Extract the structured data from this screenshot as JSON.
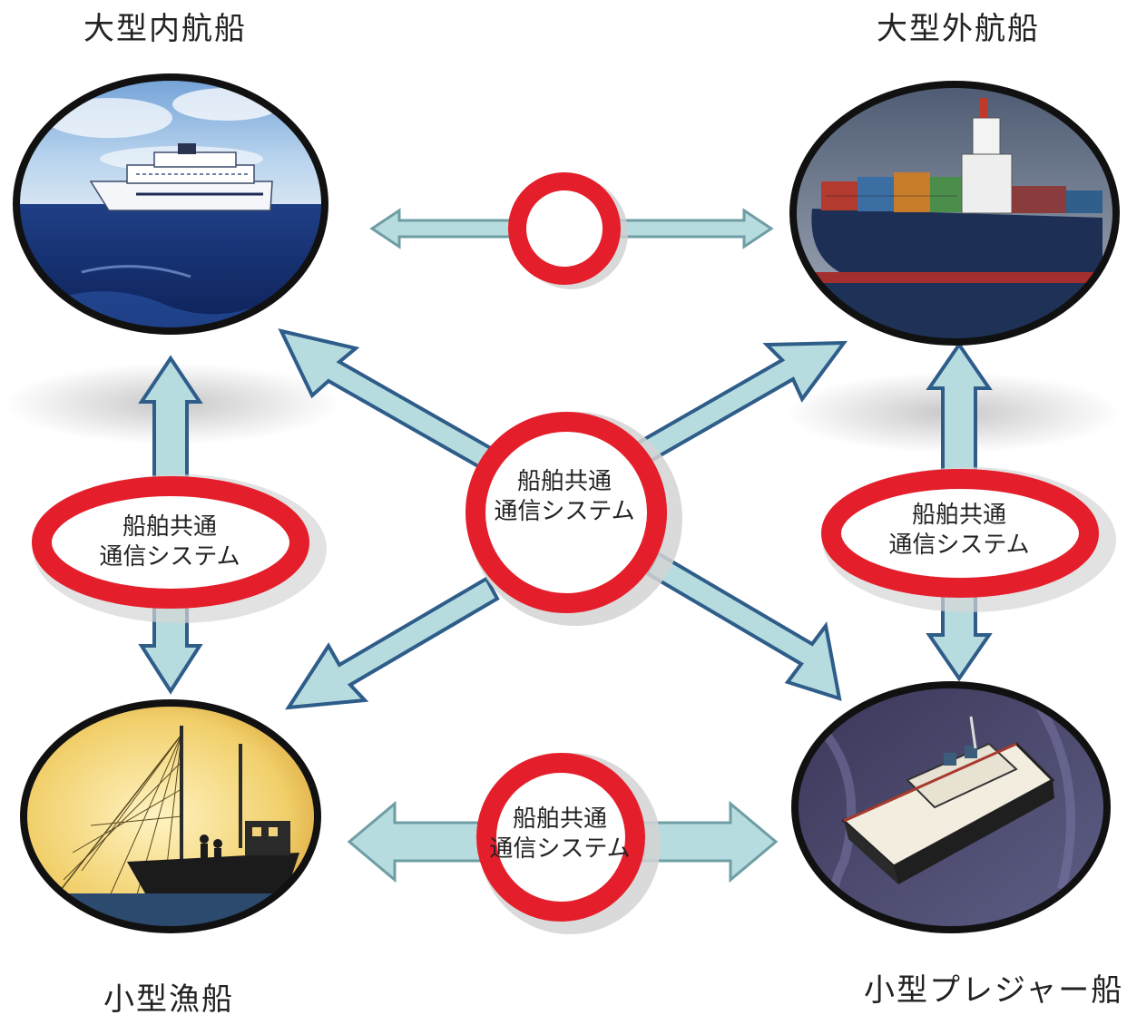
{
  "ships": {
    "top_left": {
      "label": "大型内航船",
      "image": "cruise-ship-photo"
    },
    "top_right": {
      "label": "大型外航船",
      "image": "container-ship-photo"
    },
    "bottom_left": {
      "label": "小型漁船",
      "image": "fishing-boat-illustration"
    },
    "bottom_right": {
      "label": "小型プレジャー船",
      "image": "pleasure-boat-illustration"
    }
  },
  "hubs": {
    "top": {
      "line1": "",
      "line2": ""
    },
    "center": {
      "line1": "船舶共通",
      "line2": "通信システム"
    },
    "left": {
      "line1": "船舶共通",
      "line2": "通信システム"
    },
    "right": {
      "line1": "船舶共通",
      "line2": "通信システム"
    },
    "bottom": {
      "line1": "船舶共通",
      "line2": "通信システム"
    }
  },
  "colors": {
    "arrow_fill": "#b7dcdf",
    "arrow_stroke": "#2f5d8a",
    "hub_ring": "#e41f2b",
    "ship_ring": "#111111"
  }
}
